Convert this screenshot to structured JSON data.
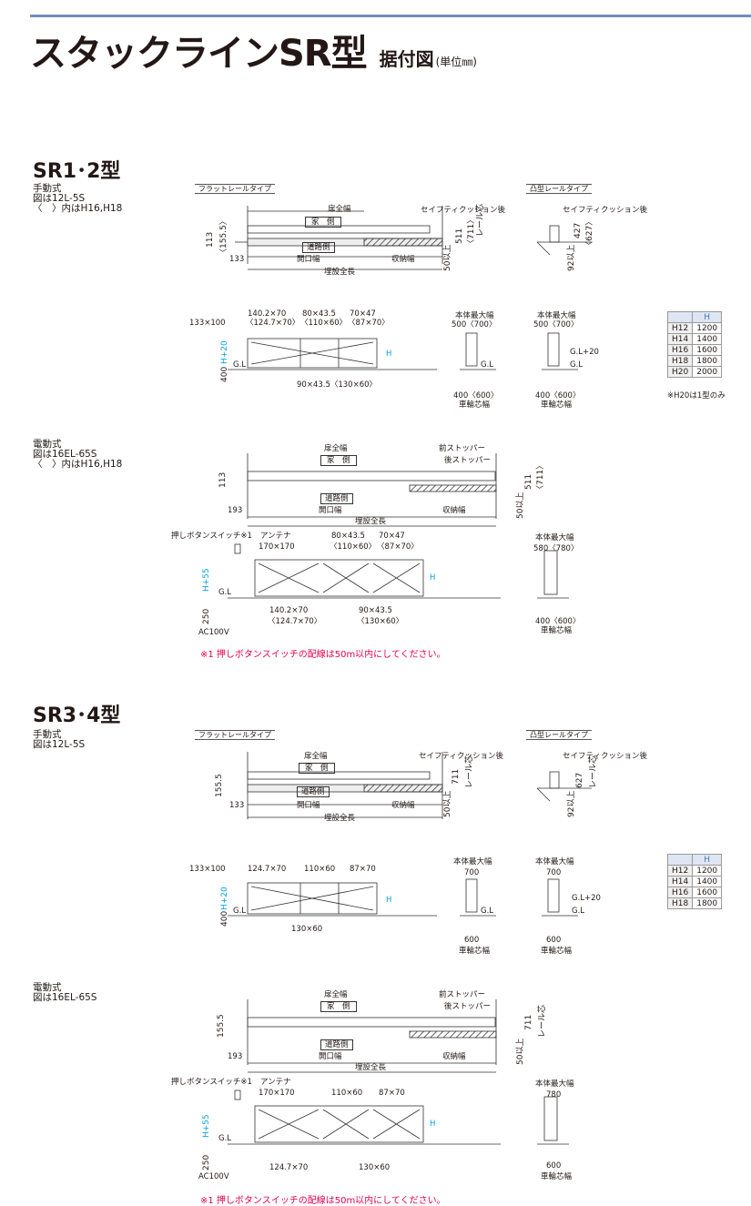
{
  "header": {
    "title": "スタックラインSR型",
    "subtitle": "据付図",
    "unit": "(単位㎜)"
  },
  "sec1": {
    "title": "SR1･2型",
    "manual_note": "手動式\n図は12L-5S\n〈　〉内はH16,H18",
    "electric_note": "電動式\n図は16EL-65S\n〈　〉内はH16,H18",
    "flat_rail": "フラットレールタイプ",
    "convex_rail": "凸型レールタイプ",
    "labels": {
      "door_width": "扉全幅",
      "house": "家　側",
      "road": "道路側",
      "opening": "開口幅",
      "storage": "収納幅",
      "total": "埋設全長",
      "cushion": "セイフティクッション後",
      "d113": "113",
      "d155": "〈155.5〉",
      "d133": "133",
      "d511": "511",
      "d711": "〈711〉",
      "rail": "レール芯",
      "d50": "50以上",
      "c427": "427",
      "c627": "〈627〉",
      "c92": "92以上",
      "m133x100": "133×100",
      "m140": "140.2×70",
      "m140b": "〈124.7×70〉",
      "m80": "80×43.5",
      "m80b": "〈110×60〉",
      "m70": "70×47",
      "m70b": "〈87×70〉",
      "m90": "90×43.5〈130×60〉",
      "gl": "G.L",
      "h20": "H+20",
      "d400": "400",
      "H": "H",
      "bodymax": "本体最大幅",
      "b500": "500〈700〉",
      "b400": "400〈600〉",
      "wheel": "車輪芯幅",
      "gl20": "G.L+20",
      "front_stop": "前ストッパー",
      "rear_stop": "後ストッパー",
      "d193": "193",
      "switch": "押しボタンスイッチ※1",
      "antenna": "アンテナ",
      "a170": "170×170",
      "e80": "80×43.5",
      "e80b": "〈110×60〉",
      "e70": "70×47",
      "e70b": "〈87×70〉",
      "h55": "H+55",
      "d250": "250",
      "ac": "AC100V",
      "e140": "140.2×70",
      "e140b": "〈124.7×70〉",
      "e90": "90×43.5",
      "e90b": "〈130×60〉",
      "b580": "580〈780〉",
      "b400e": "400〈600〉"
    },
    "table": {
      "head": "H",
      "rows": [
        [
          "H12",
          "1200"
        ],
        [
          "H14",
          "1400"
        ],
        [
          "H16",
          "1600"
        ],
        [
          "H18",
          "1800"
        ],
        [
          "H20",
          "2000"
        ]
      ],
      "note": "※H20は1型のみ"
    },
    "footnote": "※1 押しボタンスイッチの配線は50m以内にしてください。"
  },
  "sec2": {
    "title": "SR3･4型",
    "manual_note": "手動式\n図は12L-5S",
    "electric_note": "電動式\n図は16EL-65S",
    "labels": {
      "d155": "155.5",
      "d711": "711",
      "c627": "627",
      "m124": "124.7×70",
      "m110": "110×60",
      "m87": "87×70",
      "m130": "130×60",
      "b700": "700",
      "b600": "600",
      "b780": "780"
    },
    "table": {
      "head": "H",
      "rows": [
        [
          "H12",
          "1200"
        ],
        [
          "H14",
          "1400"
        ],
        [
          "H16",
          "1600"
        ],
        [
          "H18",
          "1800"
        ]
      ]
    },
    "footnote": "※1 押しボタンスイッチの配線は50m以内にしてください。"
  },
  "colors": {
    "accent": "#6d8fc0",
    "red": "#e5004f",
    "cyan": "#00a0e9"
  }
}
